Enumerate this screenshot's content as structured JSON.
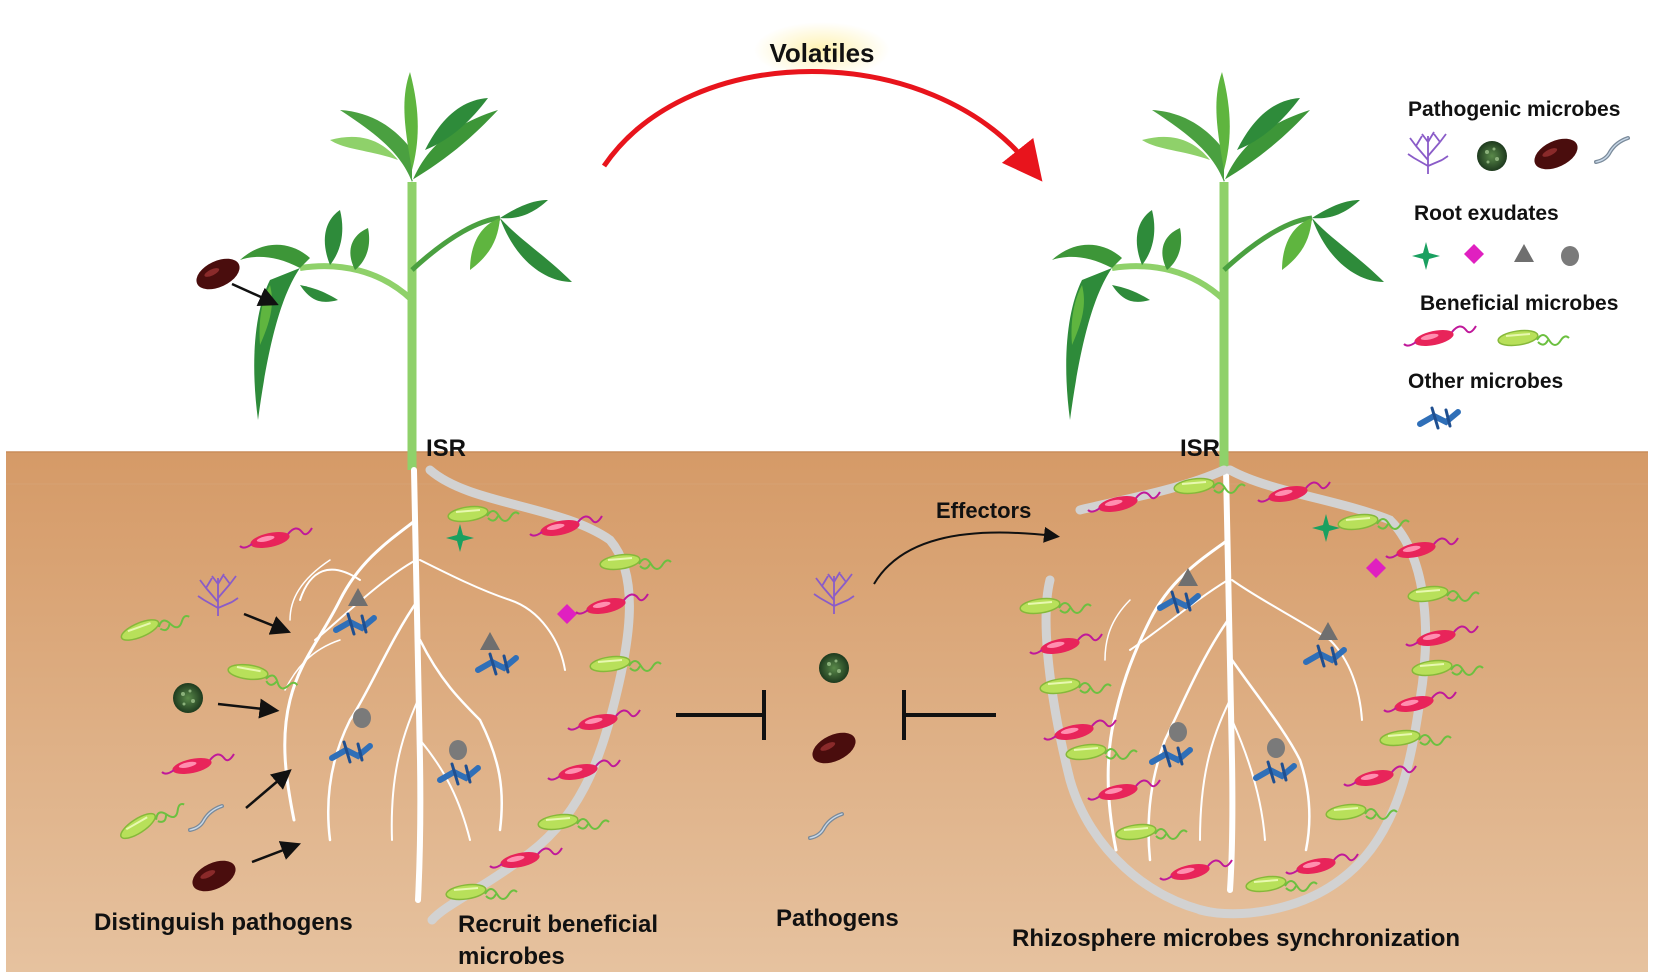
{
  "labels": {
    "volatiles": "Volatiles",
    "isr_left": "ISR",
    "isr_right": "ISR",
    "effectors": "Effectors",
    "distinguish": "Distinguish pathogens",
    "recruit_line1": "Recruit beneficial",
    "recruit_line2": "microbes",
    "pathogens": "Pathogens",
    "synchronization": "Rhizosphere microbes synchronization"
  },
  "legend": {
    "pathogenic": "Pathogenic  microbes",
    "exudates": "Root exudates",
    "beneficial": "Beneficial  microbes",
    "other": "Other microbes"
  },
  "colors": {
    "soil_top": "#d59a67",
    "soil_bottom": "#e3bd98",
    "leaf": "#2e8b3a",
    "leaf_light": "#5fb53f",
    "stem": "#8fd16a",
    "root": "#ffffff",
    "arrow_red": "#e8141c",
    "bacteria_pink": "#e8245a",
    "bacteria_green": "#b8e05a",
    "other_blue": "#2f6fb8",
    "fungus_purple": "#8a5cc8",
    "spore_dark": "#2a4a2a",
    "oval_dark": "#4a0d0d",
    "exudate_star": "#1aa060",
    "exudate_diamond": "#e020c0",
    "exudate_grey": "#7a7a7a"
  }
}
